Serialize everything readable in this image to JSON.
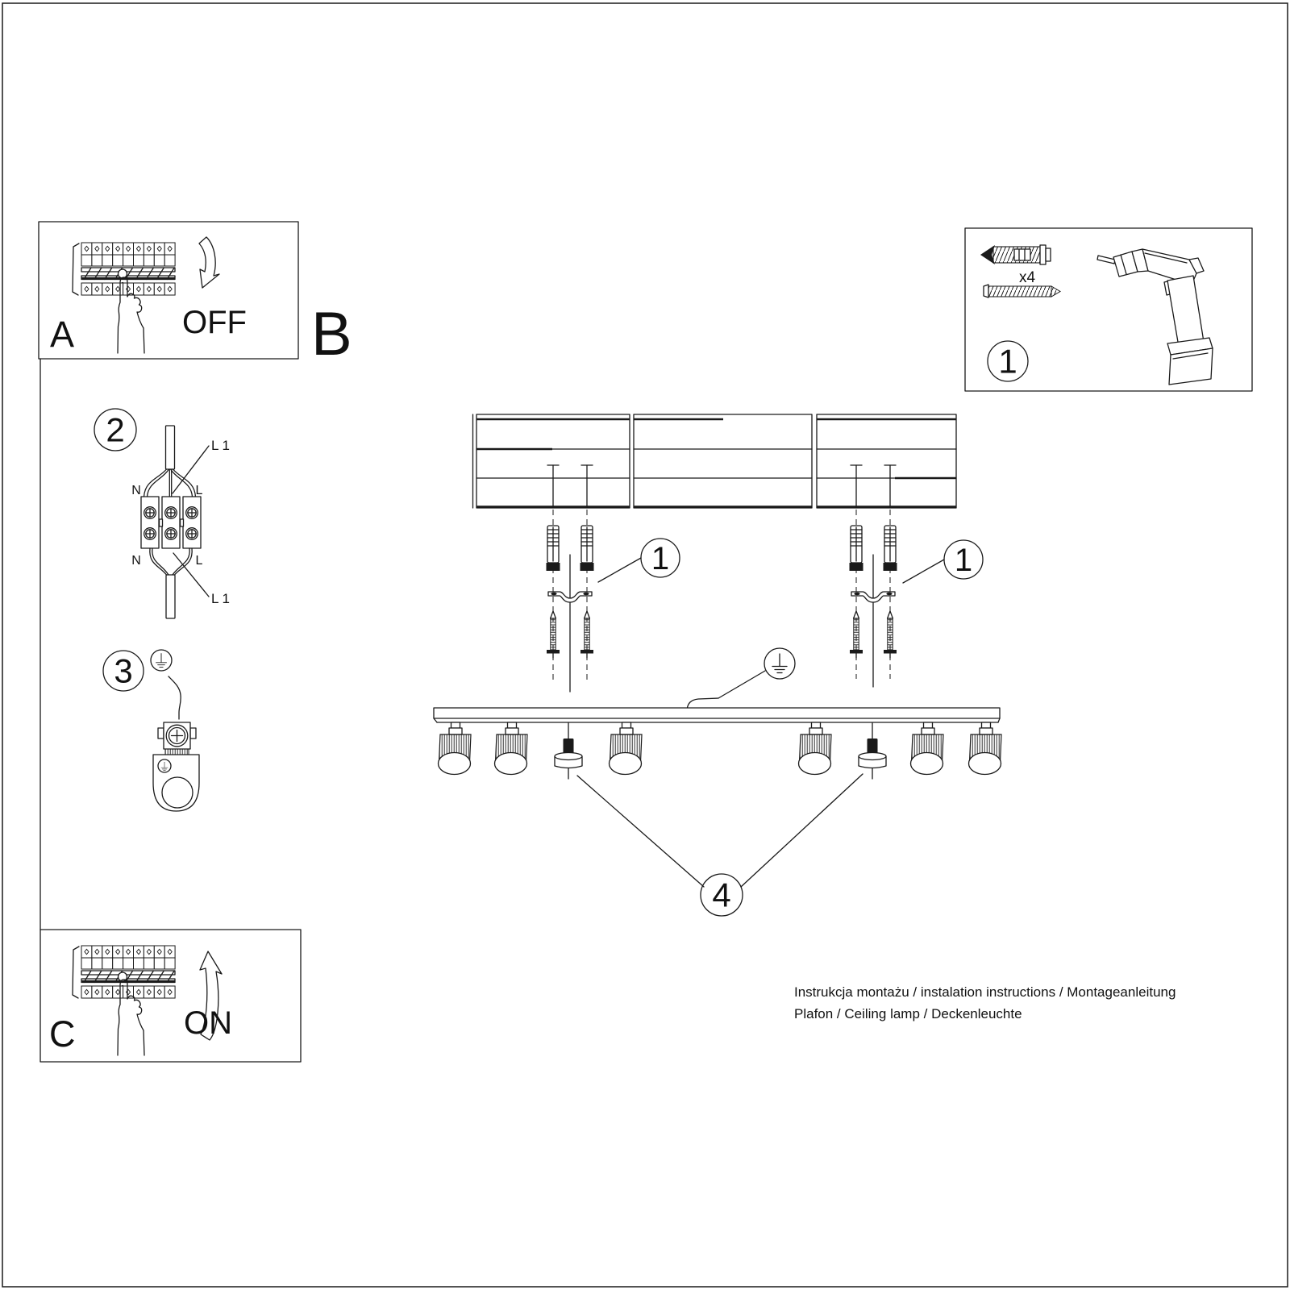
{
  "footer": {
    "line1": "Instrukcja montażu / instalation instructions / Montageanleitung",
    "line2": "Plafon / Ceiling lamp / Deckenleuchte"
  },
  "sections": {
    "a": {
      "letter": "A",
      "action": "OFF"
    },
    "b": {
      "letter": "B"
    },
    "c": {
      "letter": "C",
      "action": "ON"
    }
  },
  "callouts": {
    "anchors_and_drill": "1",
    "bracket_left": "1",
    "bracket_right": "1",
    "wiring": "2",
    "grounding": "3",
    "knob": "4"
  },
  "hardware": {
    "anchor_quantity": "x4"
  },
  "wiring_labels": {
    "neutral_top": "N",
    "line_top": "L",
    "neutral_bottom": "N",
    "line_bottom": "L",
    "l1_top": "L 1",
    "l1_bottom": "L 1"
  },
  "colors": {
    "ink": "#1a1a1a",
    "background": "#ffffff"
  }
}
